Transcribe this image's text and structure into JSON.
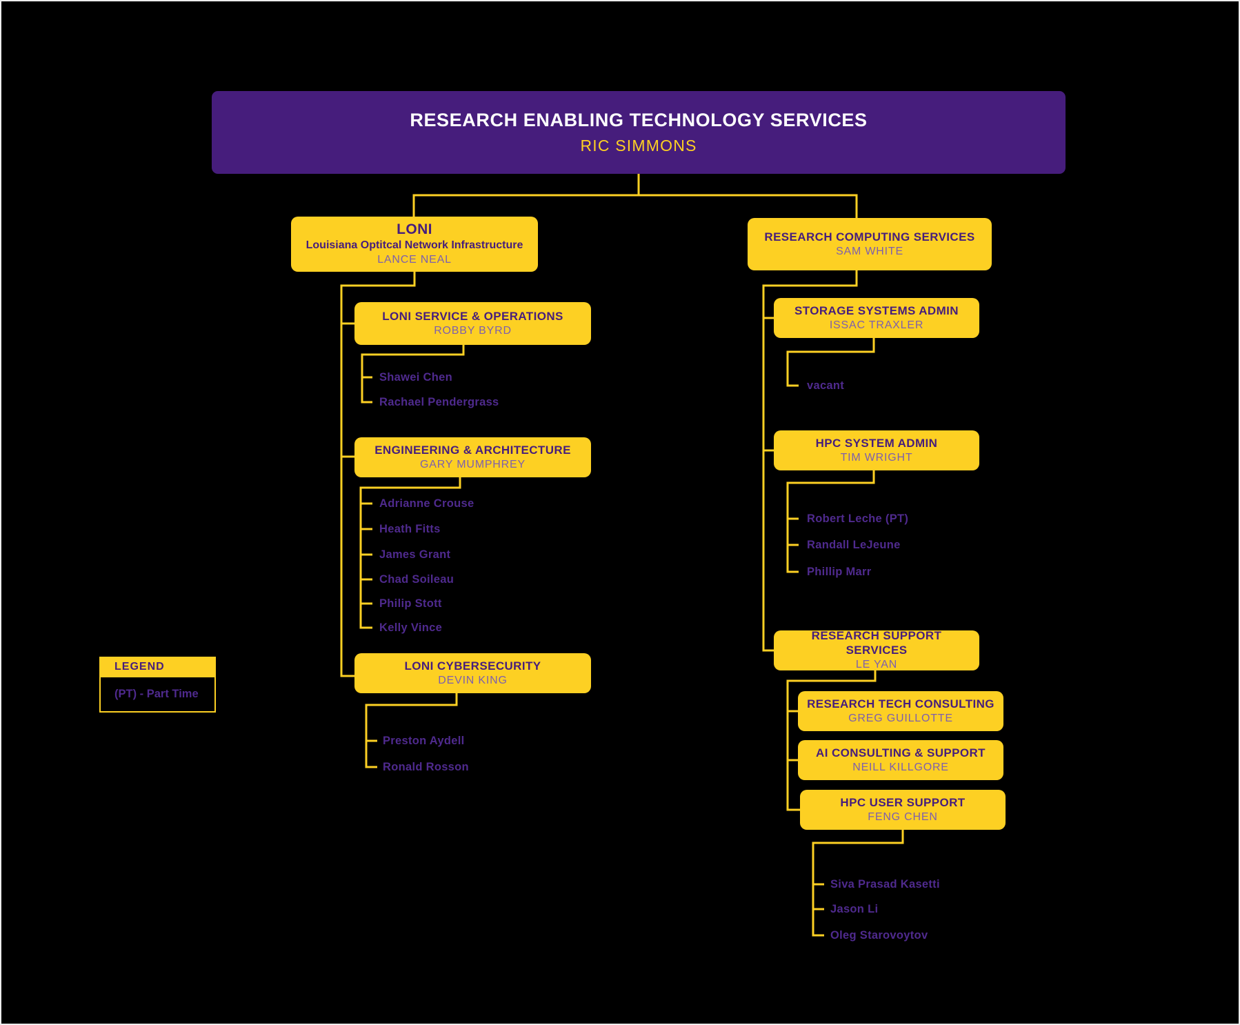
{
  "colors": {
    "purple": "#461D7C",
    "gold": "#FDD023",
    "person_light_purple": "#7D5FAE",
    "background": "#000000"
  },
  "nodes": {
    "root": {
      "title": "RESEARCH ENABLING TECHNOLOGY SERVICES",
      "person": "RIC SIMMONS"
    },
    "loni": {
      "title": "LONI",
      "subtitle": "Louisiana Optitcal Network Infrastructure",
      "person": "LANCE NEAL"
    },
    "rcs": {
      "title": "RESEARCH COMPUTING SERVICES",
      "person": "SAM WHITE"
    },
    "loni_ops": {
      "title": "LONI SERVICE & OPERATIONS",
      "person": "ROBBY BYRD",
      "members": [
        "Shawei Chen",
        "Rachael Pendergrass"
      ]
    },
    "eng_arch": {
      "title": "ENGINEERING & ARCHITECTURE",
      "person": "GARY MUMPHREY",
      "members": [
        "Adrianne Crouse",
        "Heath Fitts",
        "James Grant",
        "Chad Soileau",
        "Philip Stott",
        "Kelly Vince"
      ]
    },
    "loni_cyber": {
      "title": "LONI CYBERSECURITY",
      "person": "DEVIN KING",
      "members": [
        "Preston Aydell",
        "Ronald Rosson"
      ]
    },
    "storage": {
      "title": "STORAGE SYSTEMS ADMIN",
      "person": "ISSAC TRAXLER",
      "members": [
        "vacant"
      ]
    },
    "hpc_admin": {
      "title": "HPC SYSTEM ADMIN",
      "person": "TIM WRIGHT",
      "members": [
        "Robert Leche (PT)",
        "Randall LeJeune",
        "Phillip Marr"
      ]
    },
    "rss": {
      "title": "RESEARCH SUPPORT SERVICES",
      "person": "LE YAN"
    },
    "rtc": {
      "title": "RESEARCH TECH CONSULTING",
      "person": "GREG GUILLOTTE"
    },
    "ai": {
      "title": "AI CONSULTING & SUPPORT",
      "person": "NEILL KILLGORE"
    },
    "hpc_user": {
      "title": "HPC USER SUPPORT",
      "person": "FENG CHEN",
      "members": [
        "Siva Prasad Kasetti",
        "Jason Li",
        "Oleg Starovoytov"
      ]
    },
    "legend": {
      "title": "LEGEND",
      "entry": "(PT) - Part Time"
    }
  }
}
